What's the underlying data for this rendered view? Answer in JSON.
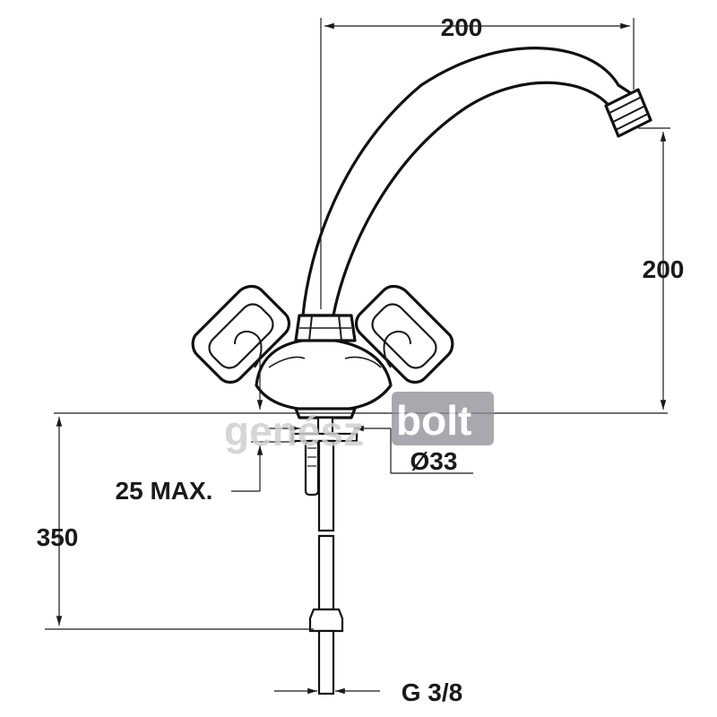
{
  "dimensions": {
    "spout_reach": "200",
    "spout_height": "200",
    "hole_diameter": "Ø33",
    "deck_thickness": "25 MAX.",
    "hose_length": "350",
    "connection_thread": "G 3/8"
  },
  "watermark": {
    "part1": "genész",
    "part2": "bolt"
  },
  "colors": {
    "line": "#1a1a1a",
    "watermark_grey": "#c8c8c8",
    "watermark_box": "#8e8e96"
  }
}
